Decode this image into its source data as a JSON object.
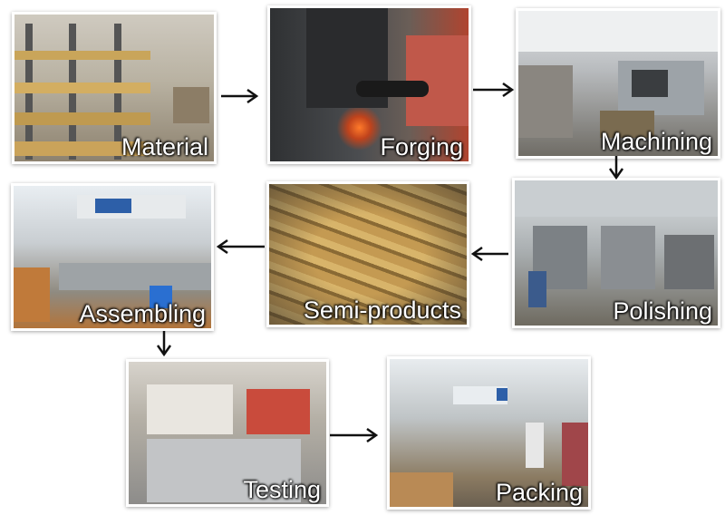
{
  "steps": [
    {
      "id": "material",
      "label": "Material"
    },
    {
      "id": "forging",
      "label": "Forging"
    },
    {
      "id": "machining",
      "label": "Machining"
    },
    {
      "id": "polishing",
      "label": "Polishing"
    },
    {
      "id": "semi-products",
      "label": "Semi-products"
    },
    {
      "id": "assembling",
      "label": "Assembling"
    },
    {
      "id": "testing",
      "label": "Testing"
    },
    {
      "id": "packing",
      "label": "Packing"
    }
  ],
  "arrows": [
    {
      "from": "material",
      "to": "forging",
      "direction": "right"
    },
    {
      "from": "forging",
      "to": "machining",
      "direction": "right"
    },
    {
      "from": "machining",
      "to": "polishing",
      "direction": "down"
    },
    {
      "from": "polishing",
      "to": "semi-products",
      "direction": "left"
    },
    {
      "from": "semi-products",
      "to": "assembling",
      "direction": "left"
    },
    {
      "from": "assembling",
      "to": "testing",
      "direction": "down"
    },
    {
      "from": "testing",
      "to": "packing",
      "direction": "right"
    }
  ],
  "colors": {
    "background": "#ffffff",
    "arrow": "#111111",
    "label_text": "#ffffff"
  }
}
